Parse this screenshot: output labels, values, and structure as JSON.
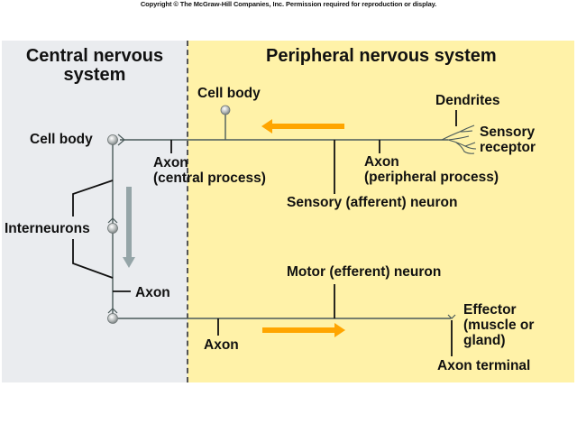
{
  "copyright": "Copyright © The McGraw-Hill Companies, Inc. Permission required for reproduction or display.",
  "regions": {
    "cns": {
      "title_line1": "Central nervous",
      "title_line2": "system",
      "color": "#eaecef"
    },
    "pns": {
      "title": "Peripheral nervous system",
      "color": "#fff2a8"
    }
  },
  "labels": {
    "cns_cell_body": "Cell body",
    "pns_cell_body": "Cell body",
    "dendrites": "Dendrites",
    "sensory_receptor_line1": "Sensory",
    "sensory_receptor_line2": "receptor",
    "axon_central_line1": "Axon",
    "axon_central_line2": "(central process)",
    "axon_peripheral_line1": "Axon",
    "axon_peripheral_line2": "(peripheral process)",
    "sensory_neuron": "Sensory (afferent) neuron",
    "interneurons": "Interneurons",
    "interneuron_axon": "Axon",
    "motor_neuron": "Motor (efferent) neuron",
    "motor_axon": "Axon",
    "effector_line1": "Effector",
    "effector_line2": "(muscle or",
    "effector_line3": "gland)",
    "axon_terminal": "Axon terminal"
  },
  "colors": {
    "signal_arrow": "#ffa500",
    "cns_arrow": "#95a5a8",
    "neuron_line": "#4a5a5a",
    "cell_body": "#b8bcbc"
  }
}
